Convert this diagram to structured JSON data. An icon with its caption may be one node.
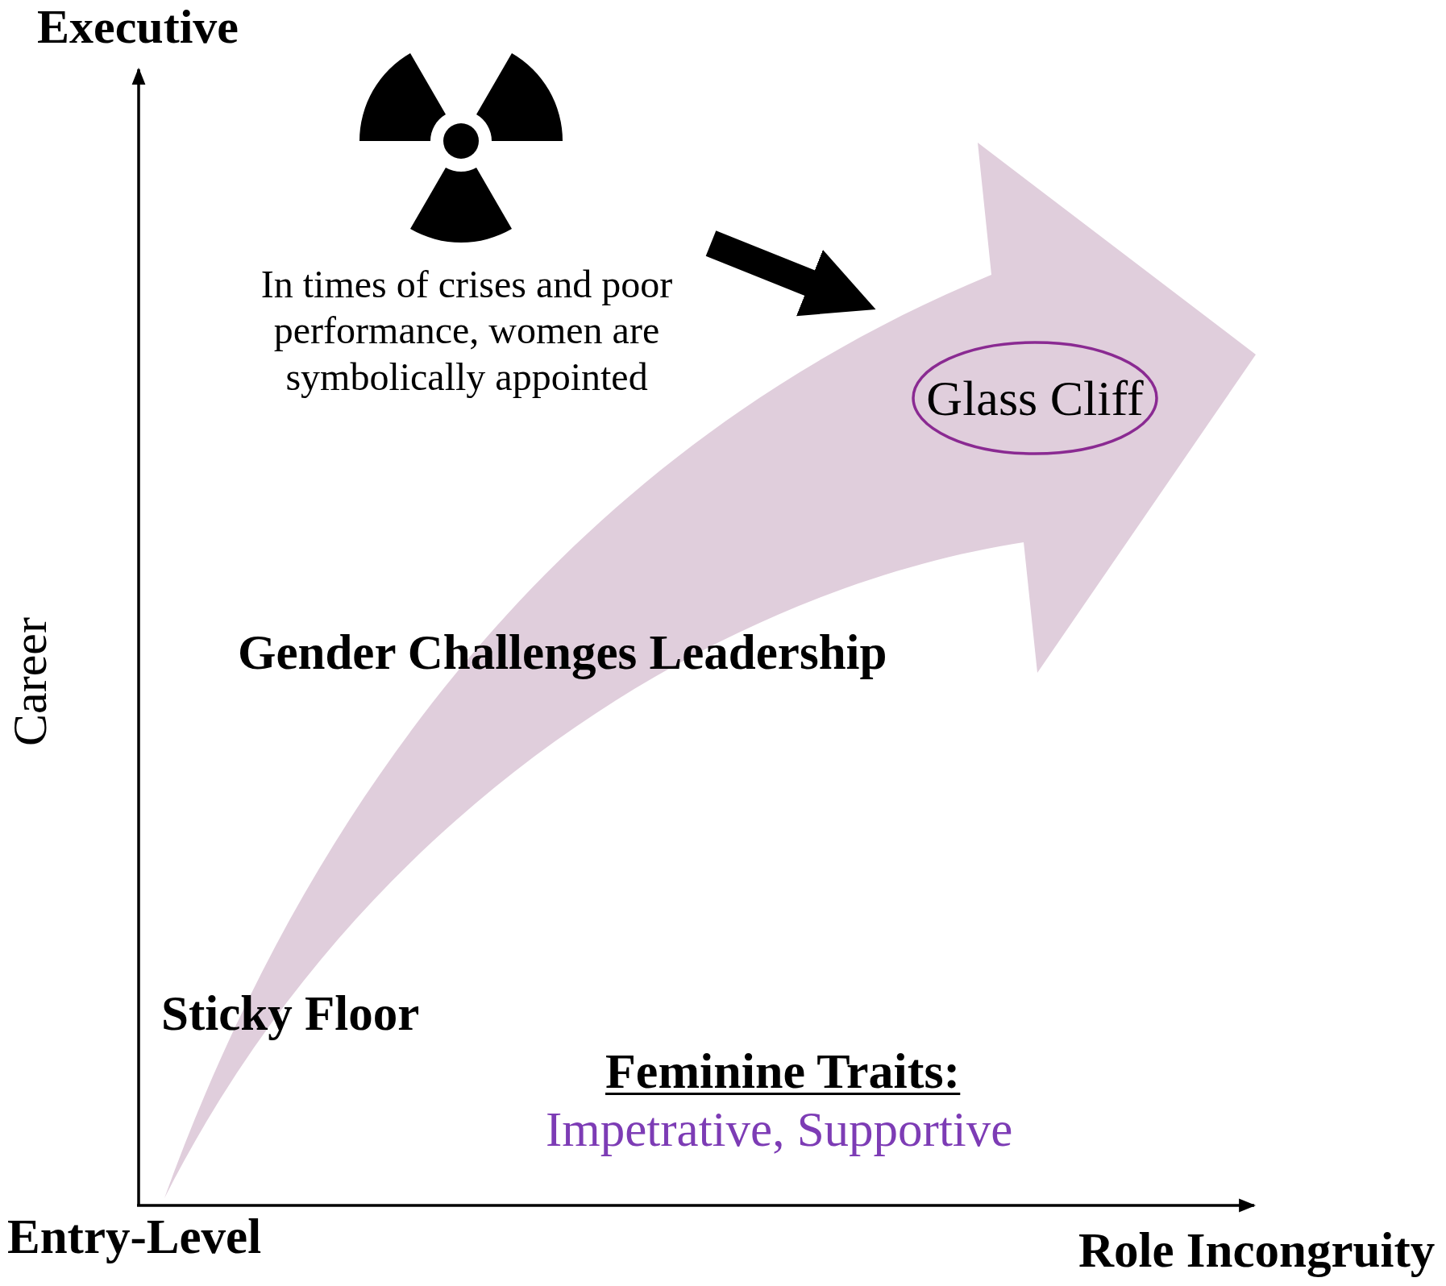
{
  "diagram": {
    "nodes": [
      {
        "text": [],
        "shape": "arrow"
      },
      {
        "text": [
          "Glass Cliff"
        ],
        "in": 0
      },
      {
        "text": [
          "In times of crises and poor performance, women are symbolically appointed"
        ]
      }
    ],
    "edges": [
      {
        "from": 2,
        "to": 0,
        "arrow": "to"
      }
    ],
    "labels": [
      "Executive",
      "Career",
      "Entry-Level",
      "Role Incongruity",
      "Gender Challenges Leadership",
      "Sticky Floor",
      "Feminine Traits:",
      "Impetrative, Supportive"
    ]
  }
}
